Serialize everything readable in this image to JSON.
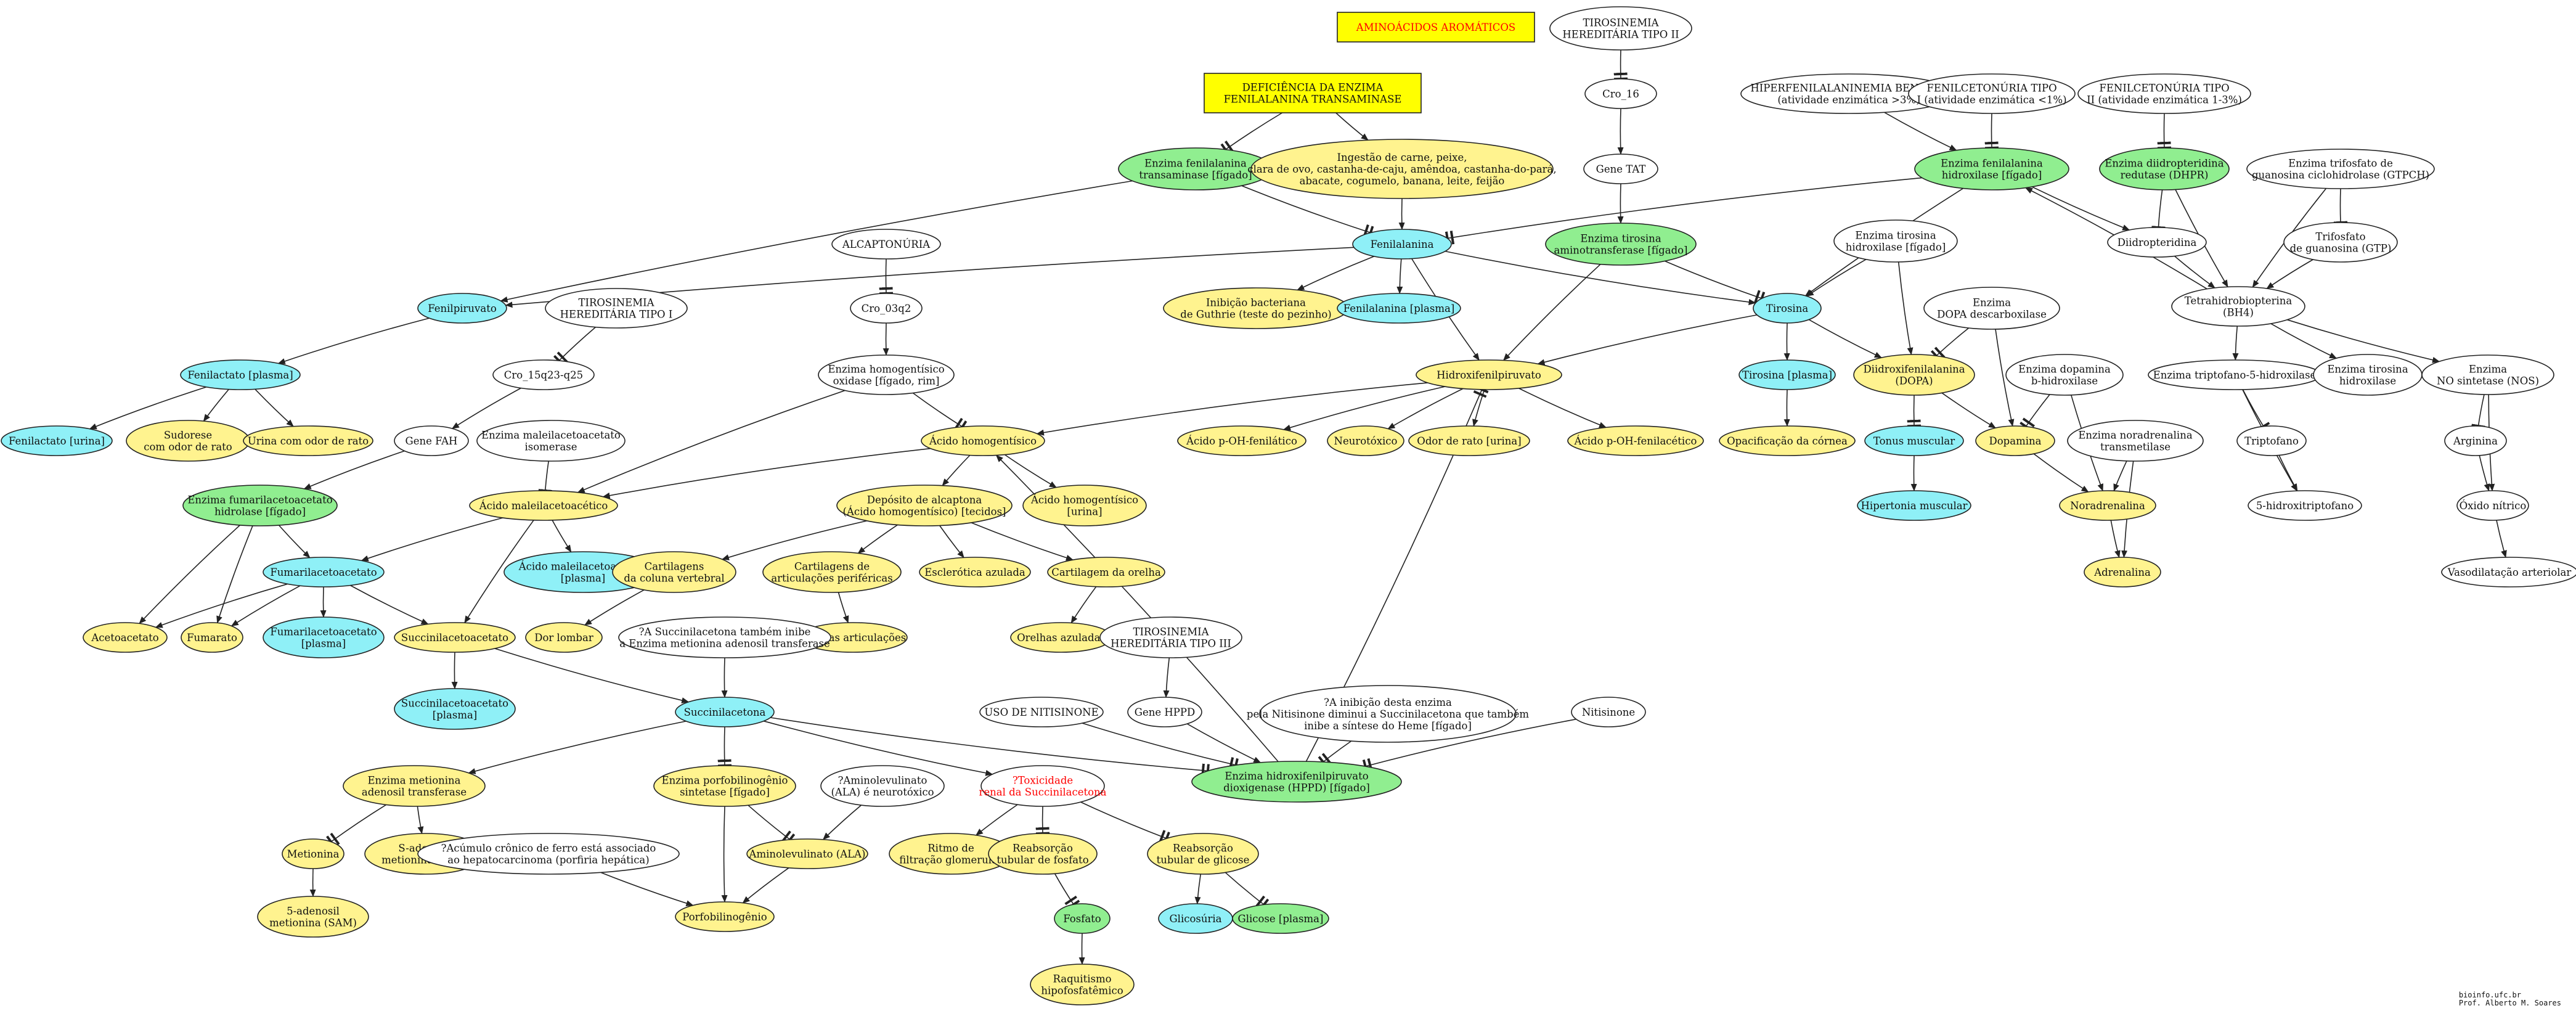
{
  "colors": {
    "white": "#ffffff",
    "yellow": "#fff38f",
    "cyan": "#8ff0f7",
    "green": "#90ee90",
    "box": "#ffff00",
    "red": "#ff0000",
    "stroke": "#222222"
  },
  "nodes": {
    "title": {
      "lines": [
        "AMINOÁCIDOS AROMÁTICOS"
      ],
      "color": "box",
      "shape": "box",
      "text": "red"
    },
    "deficiencia": {
      "lines": [
        "DEFICIÊNCIA DA ENZIMA",
        "FENILALANINA TRANSAMINASE"
      ],
      "color": "box",
      "shape": "box"
    },
    "tiro2_title": {
      "lines": [
        "TIROSINEMIA",
        "HEREDITÁRIA TIPO II"
      ],
      "color": "white"
    },
    "cro16": {
      "lines": [
        "Cro_16"
      ],
      "color": "white"
    },
    "gene_tat": {
      "lines": [
        "Gene TAT"
      ],
      "color": "white"
    },
    "enz_tat": {
      "lines": [
        "Enzima tirosina",
        "aminotransferase [fígado]"
      ],
      "color": "green"
    },
    "hiperfen": {
      "lines": [
        "HIPERFENILALANINEMIA BENIGNA",
        "(atividade enzimática >3%)"
      ],
      "color": "white"
    },
    "pku1": {
      "lines": [
        "FENILCETONÚRIA TIPO",
        "I (atividade enzimática <1%)"
      ],
      "color": "white"
    },
    "pku2": {
      "lines": [
        "FENILCETONÚRIA TIPO",
        "II (atividade enzimática 1-3%)"
      ],
      "color": "white"
    },
    "enz_pah": {
      "lines": [
        "Enzima fenilalanina",
        "hidroxilase [fígado]"
      ],
      "color": "green"
    },
    "enz_dhpr": {
      "lines": [
        "Enzima diidropteridina",
        "redutase (DHPR)"
      ],
      "color": "green"
    },
    "enz_gtpch": {
      "lines": [
        "Enzima trifosfato de",
        "guanosina ciclohidrolase (GTPCH)"
      ],
      "color": "white"
    },
    "diidropteridina": {
      "lines": [
        "Diidropteridina"
      ],
      "color": "white"
    },
    "gtp": {
      "lines": [
        "Trifosfato",
        "de guanosina (GTP)"
      ],
      "color": "white"
    },
    "bh4": {
      "lines": [
        "Tetrahidrobiopterina",
        "(BH4)"
      ],
      "color": "white"
    },
    "enz_fen_trans": {
      "lines": [
        "Enzima fenilalanina",
        "transaminase [fígado]"
      ],
      "color": "green"
    },
    "ingestao": {
      "lines": [
        "Ingestão de carne, peixe,",
        "clara de ovo, castanha-de-caju, amêndoa, castanha-do-pará,",
        "abacate, cogumelo, banana, leite, feijão"
      ],
      "color": "yellow"
    },
    "fenilalanina": {
      "lines": [
        "Fenilalanina"
      ],
      "color": "cyan"
    },
    "fenilpiruvato": {
      "lines": [
        "Fenilpiruvato"
      ],
      "color": "cyan"
    },
    "alcaptonuria": {
      "lines": [
        "ALCAPTONÚRIA"
      ],
      "color": "white"
    },
    "cro3": {
      "lines": [
        "Cro_03q2"
      ],
      "color": "white"
    },
    "guthrie": {
      "lines": [
        "Inibição bacteriana",
        "de Guthrie (teste do pezinho)"
      ],
      "color": "yellow"
    },
    "fen_plasma": {
      "lines": [
        "Fenilalanina [plasma]"
      ],
      "color": "cyan"
    },
    "tirosina": {
      "lines": [
        "Tirosina"
      ],
      "color": "cyan"
    },
    "enz_tir_hidrox": {
      "lines": [
        "Enzima tirosina",
        "hidroxilase [fígado]"
      ],
      "color": "white"
    },
    "enz_dopa_desc": {
      "lines": [
        "Enzima",
        "DOPA descarboxilase"
      ],
      "color": "white"
    },
    "tiro1_title": {
      "lines": [
        "TIROSINEMIA",
        "HEREDITÁRIA TIPO I"
      ],
      "color": "white"
    },
    "cro15": {
      "lines": [
        "Cro_15q23-q25"
      ],
      "color": "white"
    },
    "fenilactato_plasma": {
      "lines": [
        "Fenilactato [plasma]"
      ],
      "color": "cyan"
    },
    "fenilactato_urina": {
      "lines": [
        "Fenilactato [urina]"
      ],
      "color": "cyan"
    },
    "sudorese": {
      "lines": [
        "Sudorese",
        "com odor de rato"
      ],
      "color": "yellow"
    },
    "urina_rato": {
      "lines": [
        "Urina com odor de rato"
      ],
      "color": "yellow"
    },
    "gene_fah": {
      "lines": [
        "Gene FAH"
      ],
      "color": "white"
    },
    "enz_mai": {
      "lines": [
        "Enzima maleilacetoacetato",
        "isomerase"
      ],
      "color": "white"
    },
    "enz_hgo": {
      "lines": [
        "Enzima homogentísico",
        "oxidase [fígado, rim]"
      ],
      "color": "white"
    },
    "hidroxifenilpiruvato": {
      "lines": [
        "Hidroxifenilpiruvato"
      ],
      "color": "yellow"
    },
    "tirosina_plasma": {
      "lines": [
        "Tirosina [plasma]"
      ],
      "color": "cyan"
    },
    "dopa": {
      "lines": [
        "Diidroxifenilalanina",
        "(DOPA)"
      ],
      "color": "yellow"
    },
    "enz_dbh": {
      "lines": [
        "Enzima dopamina",
        "b-hidroxilase"
      ],
      "color": "white"
    },
    "enz_triptofano": {
      "lines": [
        "Enzima triptofano-5-hidroxilase"
      ],
      "color": "white"
    },
    "enz_tir_hidrox2": {
      "lines": [
        "Enzima tirosina",
        "hidroxilase"
      ],
      "color": "white"
    },
    "enz_nos": {
      "lines": [
        "Enzima",
        "NO sintetase (NOS)"
      ],
      "color": "white"
    },
    "acido_hgt": {
      "lines": [
        "Ácido homogentísico"
      ],
      "color": "yellow"
    },
    "ac_ohfenilatico": {
      "lines": [
        "Ácido p-OH-fenilático"
      ],
      "color": "yellow"
    },
    "neurotoxico": {
      "lines": [
        "Neurotóxico"
      ],
      "color": "yellow"
    },
    "odor_urina": {
      "lines": [
        "Odor de rato [urina]"
      ],
      "color": "yellow"
    },
    "ac_ohfenilacetico": {
      "lines": [
        "Ácido p-OH-fenilacético"
      ],
      "color": "yellow"
    },
    "opacificacao": {
      "lines": [
        "Opacificação da córnea"
      ],
      "color": "yellow"
    },
    "tonus": {
      "lines": [
        "Tonus muscular"
      ],
      "color": "cyan"
    },
    "dopamina": {
      "lines": [
        "Dopamina"
      ],
      "color": "yellow"
    },
    "enz_pnmt": {
      "lines": [
        "Enzima noradrenalina",
        "transmetilase"
      ],
      "color": "white"
    },
    "triptofano": {
      "lines": [
        "Triptofano"
      ],
      "color": "white"
    },
    "arginina": {
      "lines": [
        "Arginina"
      ],
      "color": "white"
    },
    "enz_faa": {
      "lines": [
        "Enzima fumarilacetoacetato",
        "hidrolase [fígado]"
      ],
      "color": "green"
    },
    "maleilacetoacetico": {
      "lines": [
        "Ácido maleilacetoacético"
      ],
      "color": "yellow"
    },
    "deposito": {
      "lines": [
        "Depósito de alcaptona",
        "(Ácido homogentísico) [tecidos]"
      ],
      "color": "yellow"
    },
    "hgt_urina": {
      "lines": [
        "Ácido homogentísico",
        "[urina]"
      ],
      "color": "yellow"
    },
    "hipertonia": {
      "lines": [
        "Hipertonia muscular"
      ],
      "color": "cyan"
    },
    "noradrenalina": {
      "lines": [
        "Noradrenalina"
      ],
      "color": "yellow"
    },
    "hidroxitriptofano": {
      "lines": [
        "5-hidroxitriptofano"
      ],
      "color": "white"
    },
    "oxido_nitrico": {
      "lines": [
        "Óxido nítrico"
      ],
      "color": "white"
    },
    "fumarilacetoacetato": {
      "lines": [
        "Fumarilacetoacetato"
      ],
      "color": "cyan"
    },
    "mal_plasma": {
      "lines": [
        "Ácido maleilacetoacético",
        "[plasma]"
      ],
      "color": "cyan"
    },
    "cart_vertebral": {
      "lines": [
        "Cartilagens",
        "da coluna vertebral"
      ],
      "color": "yellow"
    },
    "cart_articulacoes": {
      "lines": [
        "Cartilagens de",
        "articulações periféricas"
      ],
      "color": "yellow"
    },
    "esclerotica": {
      "lines": [
        "Esclerótica azulada"
      ],
      "color": "yellow"
    },
    "cart_orelha": {
      "lines": [
        "Cartilagem da orelha"
      ],
      "color": "yellow"
    },
    "adrenalina": {
      "lines": [
        "Adrenalina"
      ],
      "color": "yellow"
    },
    "vasodilatacao": {
      "lines": [
        "Vasodilatação arteriolar"
      ],
      "color": "white"
    },
    "acetoacetato": {
      "lines": [
        "Acetoacetato"
      ],
      "color": "yellow"
    },
    "fumarato": {
      "lines": [
        "Fumarato"
      ],
      "color": "yellow"
    },
    "fum_plasma": {
      "lines": [
        "Fumarilacetoacetato",
        "[plasma]"
      ],
      "color": "cyan"
    },
    "succinilacetoacetato": {
      "lines": [
        "Succinilacetoacetato"
      ],
      "color": "yellow"
    },
    "dor_lombar": {
      "lines": [
        "Dor lombar"
      ],
      "color": "yellow"
    },
    "dor_articulacoes": {
      "lines": [
        "Dor nas articulações"
      ],
      "color": "yellow"
    },
    "orelhas": {
      "lines": [
        "Orelhas azuladas"
      ],
      "color": "yellow"
    },
    "nota_succ": {
      "lines": [
        "?A Succinilacetona também inibe",
        "a Enzima metionina adenosil transferase"
      ],
      "color": "white"
    },
    "tiro3_title": {
      "lines": [
        "TIROSINEMIA",
        "HEREDITÁRIA TIPO III"
      ],
      "color": "white"
    },
    "succ_plasma": {
      "lines": [
        "Succinilacetoacetato",
        "[plasma]"
      ],
      "color": "cyan"
    },
    "succinilacetona": {
      "lines": [
        "Succinilacetona"
      ],
      "color": "cyan"
    },
    "nitisinone_uso": {
      "lines": [
        "USO DE NITISINONE"
      ],
      "color": "white"
    },
    "gene_hppd": {
      "lines": [
        "Gene HPPD"
      ],
      "color": "white"
    },
    "nota_inibicao": {
      "lines": [
        "?A inibição desta enzima",
        "pela Nitisinone diminui a Succinilacetona que também",
        "inibe a síntese do Heme [fígado]"
      ],
      "color": "white"
    },
    "nitisinone": {
      "lines": [
        "Nitisinone"
      ],
      "color": "white"
    },
    "enz_mat": {
      "lines": [
        "Enzima metionina",
        "adenosil transferase"
      ],
      "color": "yellow"
    },
    "enz_pbg": {
      "lines": [
        "Enzima porfobilinogênio",
        "sintetase [fígado]"
      ],
      "color": "yellow"
    },
    "nota_ala": {
      "lines": [
        "?Aminolevulinato",
        "(ALA) é neurotóxico"
      ],
      "color": "white"
    },
    "toxicidade": {
      "lines": [
        "?Toxicidade",
        "renal da Succinilacetona"
      ],
      "color": "white",
      "text": "red"
    },
    "enz_hppd": {
      "lines": [
        "Enzima hidroxifenilpiruvato",
        "dioxigenase (HPPD) [fígado]"
      ],
      "color": "green"
    },
    "metionina": {
      "lines": [
        "Metionina"
      ],
      "color": "yellow"
    },
    "sam": {
      "lines": [
        "S-adenosil",
        "metionina (SAM)"
      ],
      "color": "yellow"
    },
    "nota_ferro": {
      "lines": [
        "?Acúmulo crônico de ferro está associado",
        "ao hepatocarcinoma (porfiria hepática)"
      ],
      "color": "white"
    },
    "ala": {
      "lines": [
        "Aminolevulinato (ALA)"
      ],
      "color": "yellow"
    },
    "ritmo": {
      "lines": [
        "Ritmo de",
        "filtração glomerular"
      ],
      "color": "yellow"
    },
    "reab_fosfato": {
      "lines": [
        "Reabsorção",
        "tubular de fosfato"
      ],
      "color": "yellow"
    },
    "reab_glicose": {
      "lines": [
        "Reabsorção",
        "tubular de glicose"
      ],
      "color": "yellow"
    },
    "sam5": {
      "lines": [
        "5-adenosil",
        "metionina (SAM)"
      ],
      "color": "yellow"
    },
    "porfobilinogenio": {
      "lines": [
        "Porfobilinogênio"
      ],
      "color": "yellow"
    },
    "fosfato": {
      "lines": [
        "Fosfato"
      ],
      "color": "green"
    },
    "glicosuria": {
      "lines": [
        "Glicosúria"
      ],
      "color": "cyan"
    },
    "glicose_plasma": {
      "lines": [
        "Glicose [plasma]"
      ],
      "color": "green"
    },
    "raquitismo": {
      "lines": [
        "Raquitismo",
        "hipofosfatêmico"
      ],
      "color": "yellow"
    }
  },
  "footer": {
    "line1": "bioinfo.ufc.br",
    "line2": "Prof. Alberto M. Soares"
  }
}
